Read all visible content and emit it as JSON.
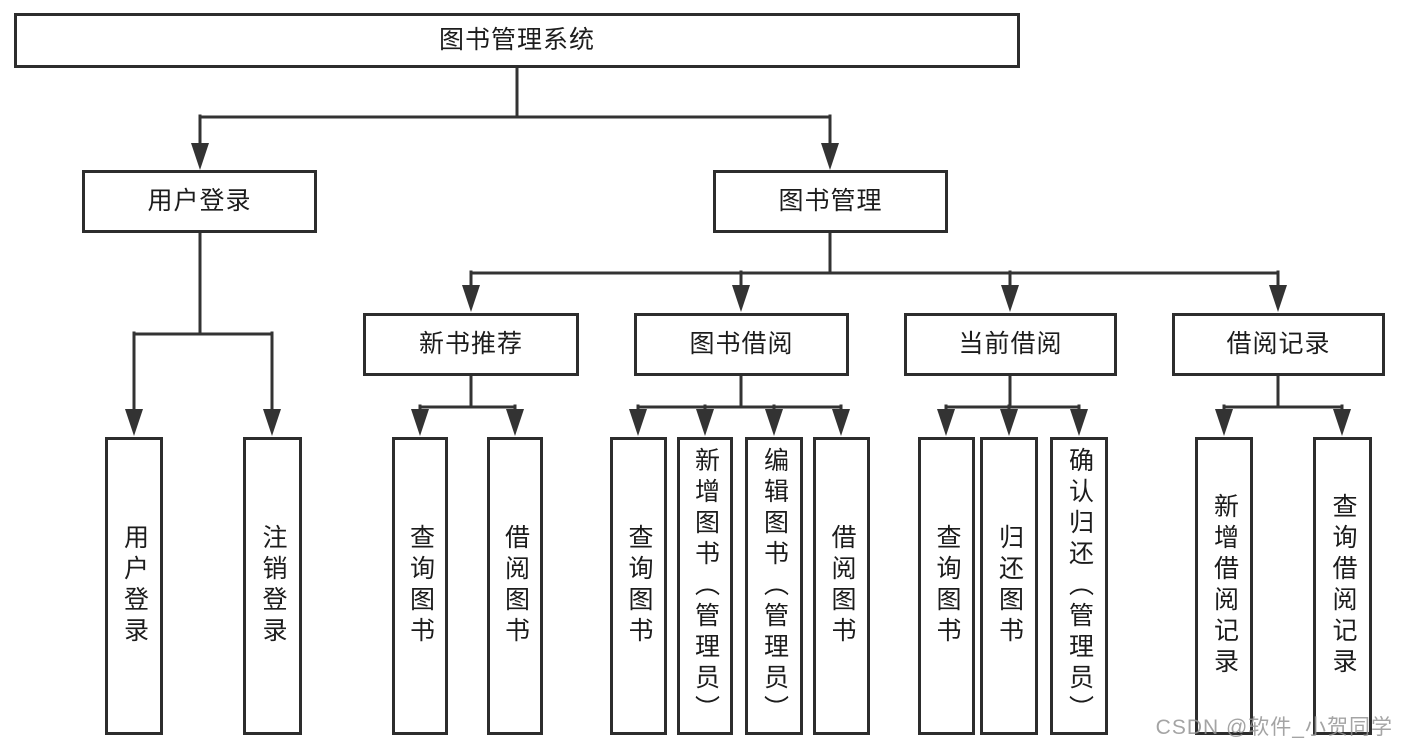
{
  "tree": {
    "root": {
      "label": "图书管理系统",
      "children": [
        {
          "label": "用户登录",
          "children": [
            {
              "label": "用户登录"
            },
            {
              "label": "注销登录"
            }
          ]
        },
        {
          "label": "图书管理",
          "children": [
            {
              "label": "新书推荐",
              "children": [
                {
                  "label": "查询图书"
                },
                {
                  "label": "借阅图书"
                }
              ]
            },
            {
              "label": "图书借阅",
              "children": [
                {
                  "label": "查询图书"
                },
                {
                  "label": "新增图书（管理员）"
                },
                {
                  "label": "编辑图书（管理员）"
                },
                {
                  "label": "借阅图书"
                }
              ]
            },
            {
              "label": "当前借阅",
              "children": [
                {
                  "label": "查询图书"
                },
                {
                  "label": "归还图书"
                },
                {
                  "label": "确认归还（管理员）"
                }
              ]
            },
            {
              "label": "借阅记录",
              "children": [
                {
                  "label": "新增借阅记录"
                },
                {
                  "label": "查询借阅记录"
                }
              ]
            }
          ]
        }
      ]
    }
  },
  "watermark": "CSDN @软件_小贺同学",
  "colors": {
    "line": "#333333",
    "box_border": "#2d2d2d",
    "text": "#1c1c1c",
    "background": "#ffffff",
    "watermark": "#949494"
  }
}
